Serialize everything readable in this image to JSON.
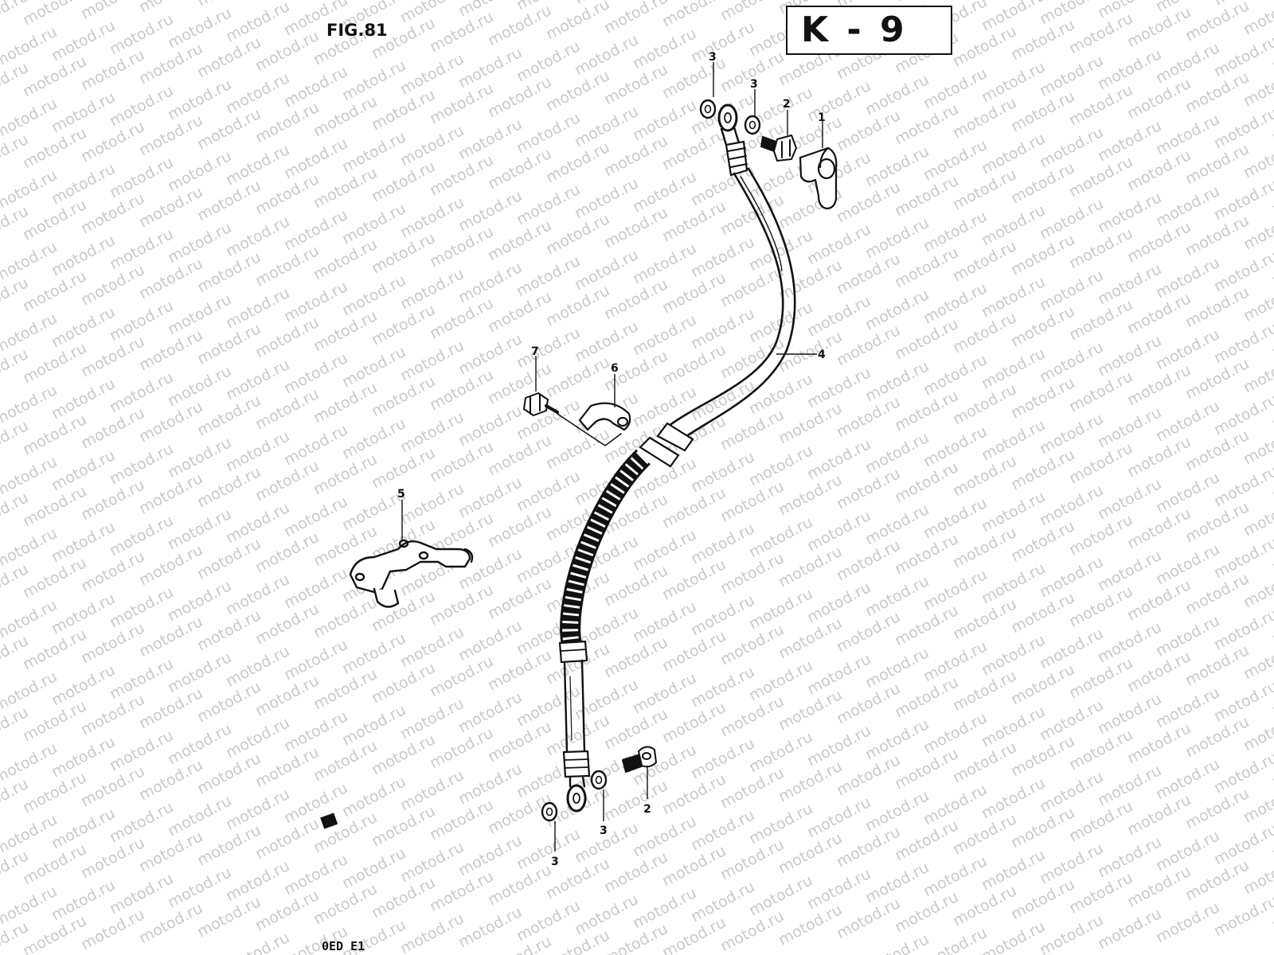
{
  "figure": {
    "label": "FIG.81",
    "section": "K - 9",
    "footer_code": "0ED E1"
  },
  "watermark": {
    "text": "motod.ru"
  },
  "callouts": [
    {
      "ref": "c3a",
      "text": "3"
    },
    {
      "ref": "c3b",
      "text": "3"
    },
    {
      "ref": "c2a",
      "text": "2"
    },
    {
      "ref": "c1",
      "text": "1"
    },
    {
      "ref": "c4",
      "text": "4"
    },
    {
      "ref": "c7",
      "text": "7"
    },
    {
      "ref": "c6",
      "text": "6"
    },
    {
      "ref": "c5",
      "text": "5"
    },
    {
      "ref": "c2b",
      "text": "2"
    },
    {
      "ref": "c3c",
      "text": "3"
    },
    {
      "ref": "c3d",
      "text": "3"
    }
  ]
}
